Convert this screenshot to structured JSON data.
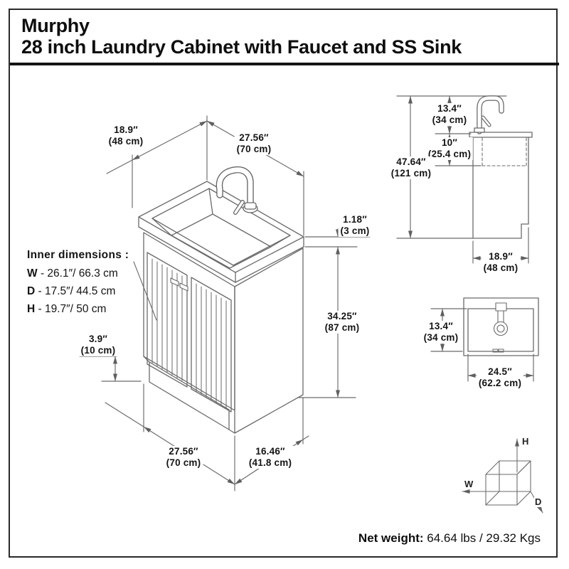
{
  "title": {
    "brand": "Murphy",
    "product": "28 inch Laundry Cabinet with Faucet and SS Sink"
  },
  "inner_dimensions": {
    "heading": "Inner dimensions :",
    "rows": [
      {
        "axis": "W",
        "value": "- 26.1″/ 66.3 cm"
      },
      {
        "axis": "D",
        "value": "- 17.5″/ 44.5 cm"
      },
      {
        "axis": "H",
        "value": "- 19.7″/ 50 cm"
      }
    ]
  },
  "dims": {
    "top_depth": {
      "in": "18.9″",
      "cm": "(48 cm)"
    },
    "top_width": {
      "in": "27.56″",
      "cm": "(70 cm)"
    },
    "counter_thickness": {
      "in": "1.18″",
      "cm": "(3 cm)"
    },
    "cabinet_height": {
      "in": "34.25″",
      "cm": "(87 cm)"
    },
    "toe_kick": {
      "in": "3.9″",
      "cm": "(10 cm)"
    },
    "bottom_width": {
      "in": "27.56″",
      "cm": "(70 cm)"
    },
    "bottom_depth": {
      "in": "16.46″",
      "cm": "(41.8 cm)"
    },
    "side_faucet_height": {
      "in": "13.4″",
      "cm": "(34 cm)"
    },
    "side_bowl_depth": {
      "in": "10″",
      "cm": "(25.4 cm)"
    },
    "side_total_height": {
      "in": "47.64″",
      "cm": "(121 cm)"
    },
    "side_depth": {
      "in": "18.9″",
      "cm": "(48 cm)"
    },
    "top_view_depth": {
      "in": "13.4″",
      "cm": "(34 cm)"
    },
    "top_view_width": {
      "in": "24.5″",
      "cm": "(62.2 cm)"
    }
  },
  "axes": {
    "height": "H",
    "width": "W",
    "depth": "D"
  },
  "net_weight": {
    "label": "Net weight:",
    "value": "64.64 lbs / 29.32 Kgs"
  },
  "colors": {
    "line": "#6a6a6a",
    "arrow": "#5f5f5f",
    "text": "#141414",
    "frame": "#2b2b2b"
  }
}
